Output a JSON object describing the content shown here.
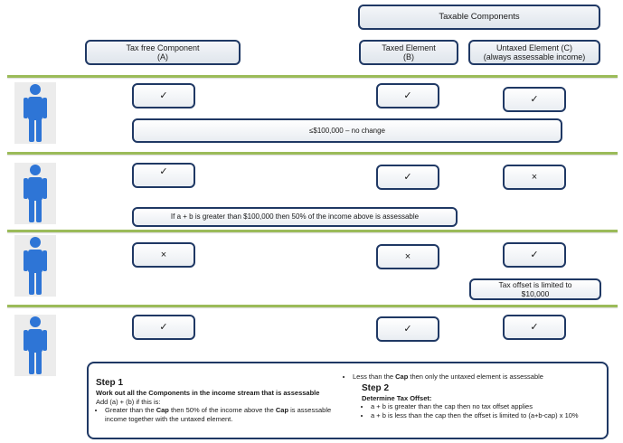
{
  "headers": {
    "taxable_components": "Taxable Components",
    "tax_free": [
      "Tax free Component",
      "(A)"
    ],
    "taxed": [
      "Taxed Element",
      "(B)"
    ],
    "untaxed": [
      "Untaxed Element  (C)",
      "(always  assessable income)"
    ]
  },
  "marks": {
    "check": "✓",
    "cross": "×"
  },
  "rows": [
    {
      "a": "✓",
      "b": "✓",
      "c": "✓",
      "note": "≤$100,000 – no change"
    },
    {
      "a": "✓",
      "b": "✓",
      "c": "×",
      "note": "If a + b is greater than $100,000 then 50% of the income above  is assessable"
    },
    {
      "a": "×",
      "b": "×",
      "c": "✓",
      "note": "Tax offset is limited to $10,000"
    },
    {
      "a": "✓",
      "b": "✓",
      "c": "✓"
    }
  ],
  "steps": {
    "step1_title": "Step 1",
    "step1_heading": "Work out all the Components in the income stream that is assessable",
    "step1_add": "Add (a) + (b)  if this is:",
    "step1_bullet_pre": "Greater than the ",
    "step1_bullet_cap": "Cap",
    "step1_bullet_mid": "  then 50% of the income above the ",
    "step1_bullet_cap2": "Cap",
    "step1_bullet_post": "  is assessable income together with the untaxed element.",
    "right_bullet_pre": "Less than the ",
    "right_bullet_cap": "Cap",
    "right_bullet_post": " then only the untaxed element is assessable",
    "step2_title": "Step 2",
    "step2_heading": "Determine Tax Offset:",
    "step2_bullets": [
      "a + b is greater than the cap then no tax offset applies",
      "a + b is less than the cap then the offset is limited to (a+b-cap) x 10%"
    ]
  },
  "colors": {
    "border": "#1f3864",
    "divider": "#9bbb59",
    "person": "#2e75d6"
  }
}
